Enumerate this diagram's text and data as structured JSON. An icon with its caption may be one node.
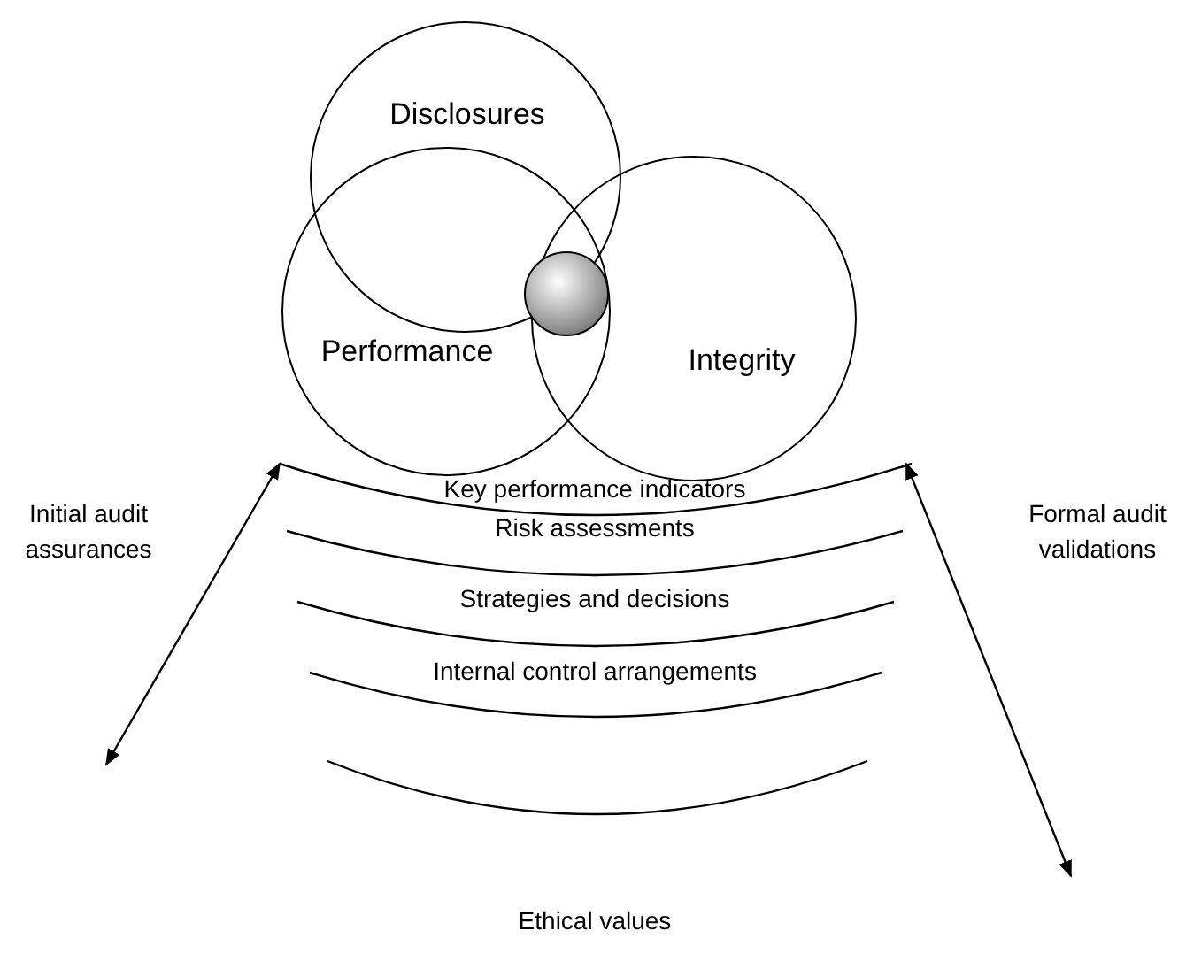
{
  "diagram": {
    "nodes": [
      {
        "text": [
          "Disclosures"
        ]
      },
      {
        "text": [
          "Performance"
        ]
      },
      {
        "text": [
          "Integrity"
        ]
      },
      {
        "text": [],
        "shape": "circle"
      }
    ],
    "labels": [
      "Key performance indicators",
      "Initial audit assurances",
      "Risk assessments",
      "Formal audit validations",
      "Strategies and decisions",
      "Internal control arrangements",
      "Ethical values"
    ]
  }
}
